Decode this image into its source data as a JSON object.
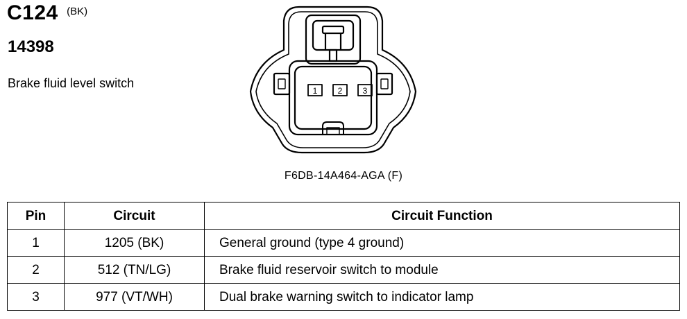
{
  "header": {
    "connector_id": "C124",
    "connector_color": "(BK)",
    "part_number": "14398",
    "component_name": "Brake fluid level switch"
  },
  "connector": {
    "pins": [
      "1",
      "2",
      "3"
    ],
    "part_code": "F6DB-14A464-AGA (F)"
  },
  "table": {
    "headers": {
      "pin": "Pin",
      "circuit": "Circuit",
      "function": "Circuit Function"
    },
    "rows": [
      {
        "pin": "1",
        "circuit": "1205 (BK)",
        "function": "General ground (type 4 ground)"
      },
      {
        "pin": "2",
        "circuit": "512 (TN/LG)",
        "function": "Brake fluid reservoir switch to module"
      },
      {
        "pin": "3",
        "circuit": "977 (VT/WH)",
        "function": "Dual brake warning switch to indicator lamp"
      }
    ]
  }
}
